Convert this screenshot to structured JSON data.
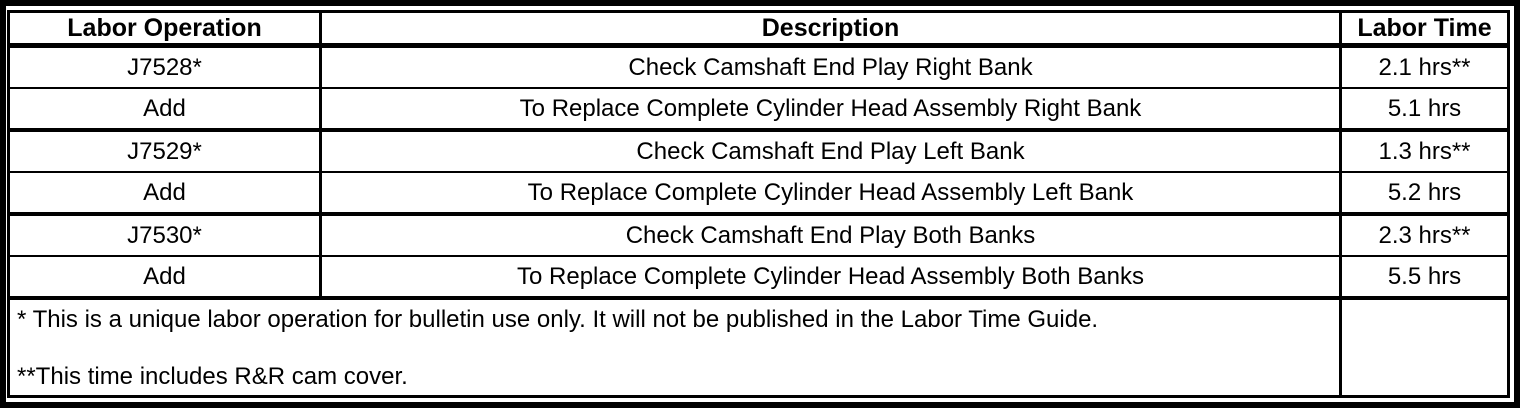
{
  "table": {
    "columns": {
      "labor_operation": "Labor Operation",
      "description": "Description",
      "labor_time": "Labor Time"
    },
    "rows": [
      {
        "op": "J7528*",
        "desc": "Check Camshaft End Play Right Bank",
        "time": "2.1 hrs**"
      },
      {
        "op": "Add",
        "desc": "To Replace Complete Cylinder Head Assembly Right Bank",
        "time": "5.1 hrs"
      },
      {
        "op": "J7529*",
        "desc": "Check Camshaft End Play Left Bank",
        "time": "1.3 hrs**"
      },
      {
        "op": "Add",
        "desc": "To Replace Complete Cylinder Head Assembly Left Bank",
        "time": "5.2 hrs"
      },
      {
        "op": "J7530*",
        "desc": "Check Camshaft End Play Both Banks",
        "time": "2.3 hrs**"
      },
      {
        "op": "Add",
        "desc": "To Replace Complete Cylinder Head Assembly Both Banks",
        "time": "5.5 hrs"
      }
    ],
    "footnotes": {
      "line1": "* This is a unique labor operation for bulletin use only. It will not be published in the Labor Time Guide.",
      "line2": "**This time includes R&R cam cover."
    }
  },
  "colors": {
    "border": "#000000",
    "background": "#ffffff",
    "text": "#000000"
  }
}
